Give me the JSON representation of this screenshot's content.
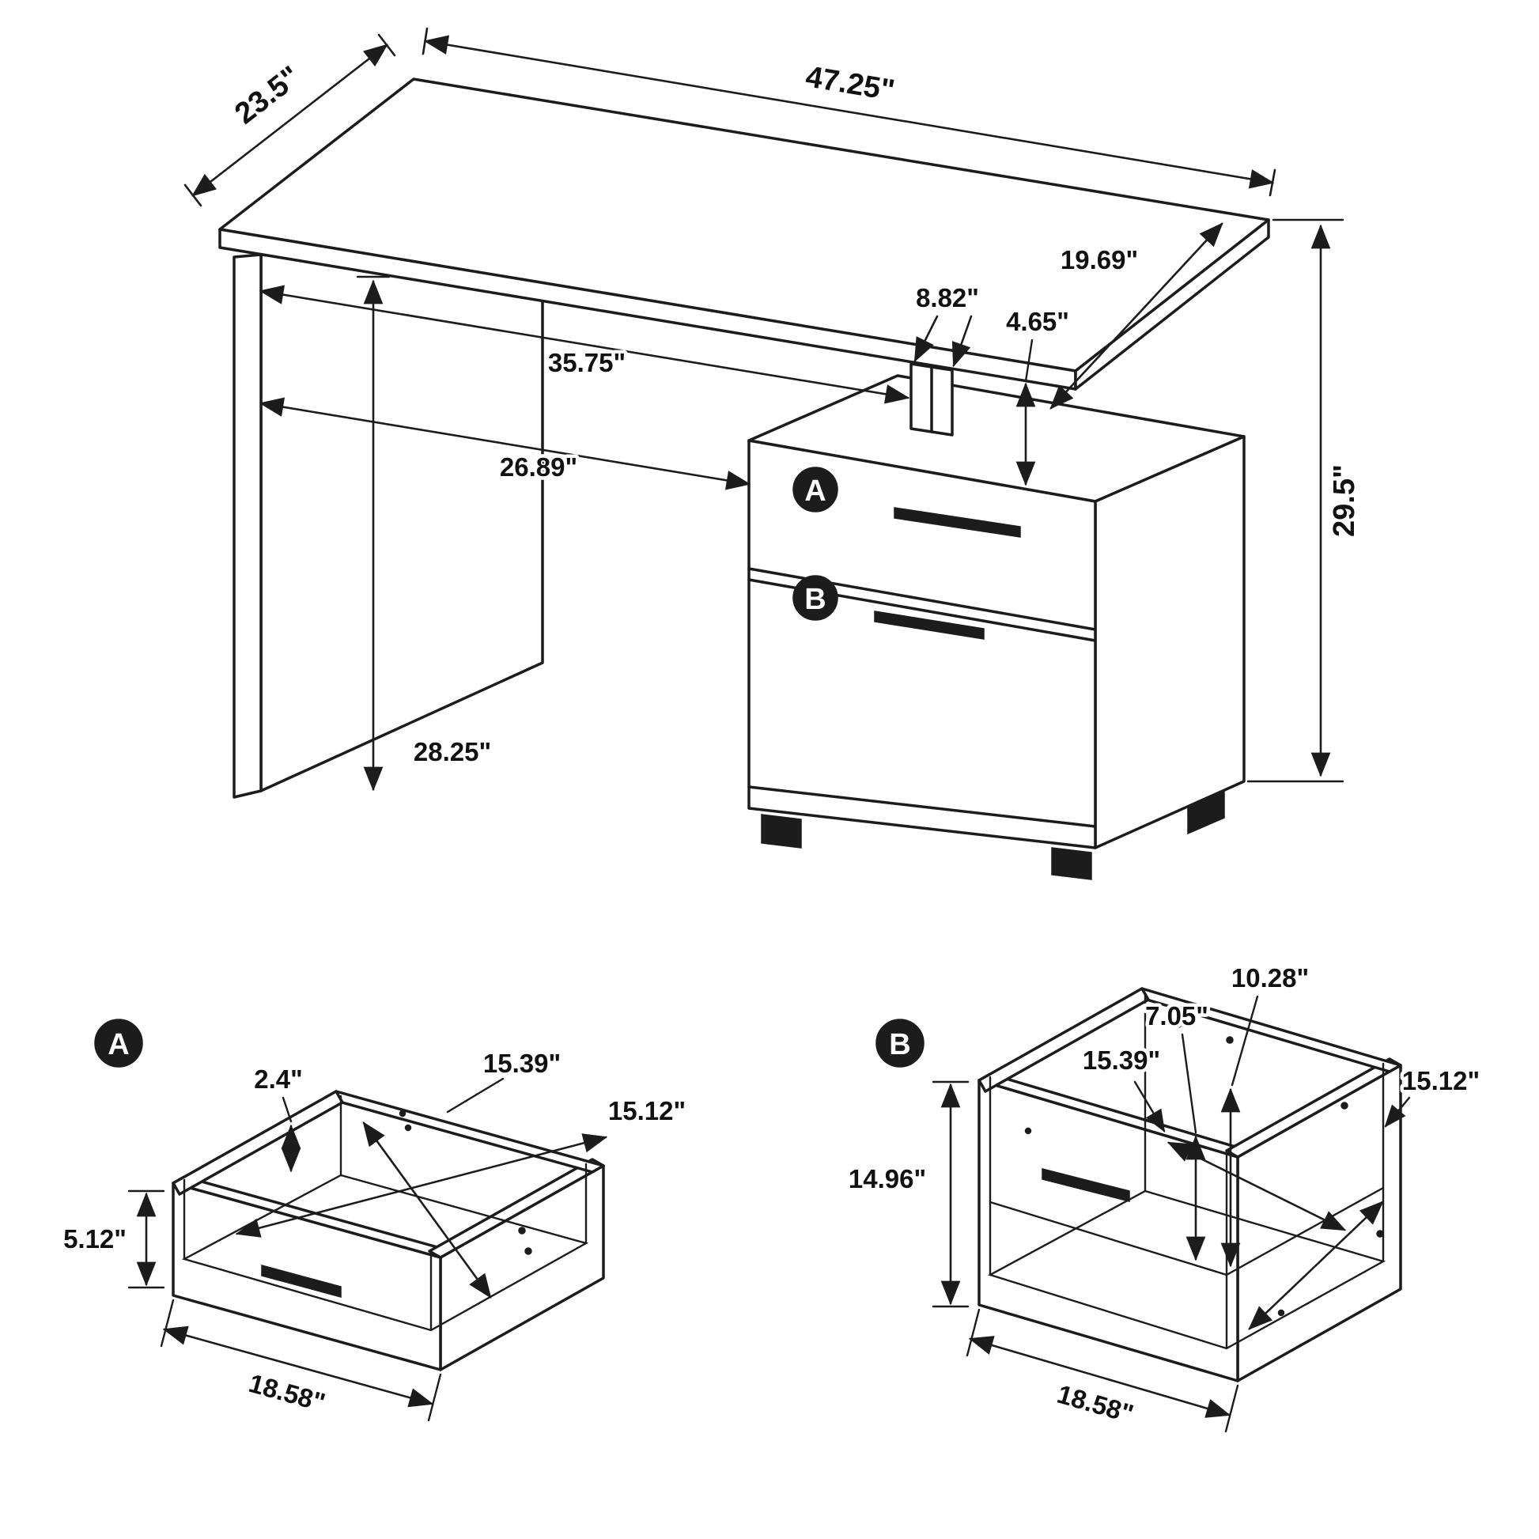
{
  "desk": {
    "top_width": "47.25\"",
    "top_depth": "23.5\"",
    "overall_height": "29.5\"",
    "panel_to_support": "35.75\"",
    "knee_clearance": "26.89\"",
    "support_width": "8.82\"",
    "top_gap": "4.65\"",
    "cabinet_depth": "19.69\"",
    "leg_height": "28.25\"",
    "drawer_a_label": "A",
    "drawer_b_label": "B"
  },
  "drawer_a": {
    "label": "A",
    "lip": "2.4\"",
    "interior_depth": "15.39\"",
    "interior_width": "15.12\"",
    "front_height": "5.12\"",
    "front_width": "18.58\""
  },
  "drawer_b": {
    "label": "B",
    "back_height": "10.28\"",
    "rail_height": "7.05\"",
    "interior_depth": "15.39\"",
    "interior_width": "15.12\"",
    "front_height": "14.96\"",
    "front_width": "18.58\""
  }
}
